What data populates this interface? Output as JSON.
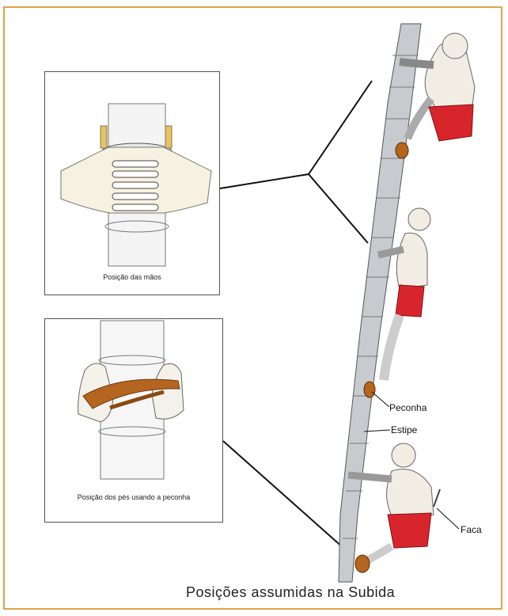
{
  "figure": {
    "title": "Posições assumidas na Subida",
    "frame_color": "#e3a24b"
  },
  "panels": {
    "hands": {
      "caption": "Posição das mãos"
    },
    "feet": {
      "caption": "Posição dos pés usando a peconha"
    }
  },
  "labels": {
    "peconha": "Peconha",
    "estipe": "Estipe",
    "faca": "Faca"
  },
  "colors": {
    "shorts": "#d8252c",
    "peconha": "#b5651d",
    "skin": "#f2ede4",
    "trunk": "#8a8f94"
  }
}
